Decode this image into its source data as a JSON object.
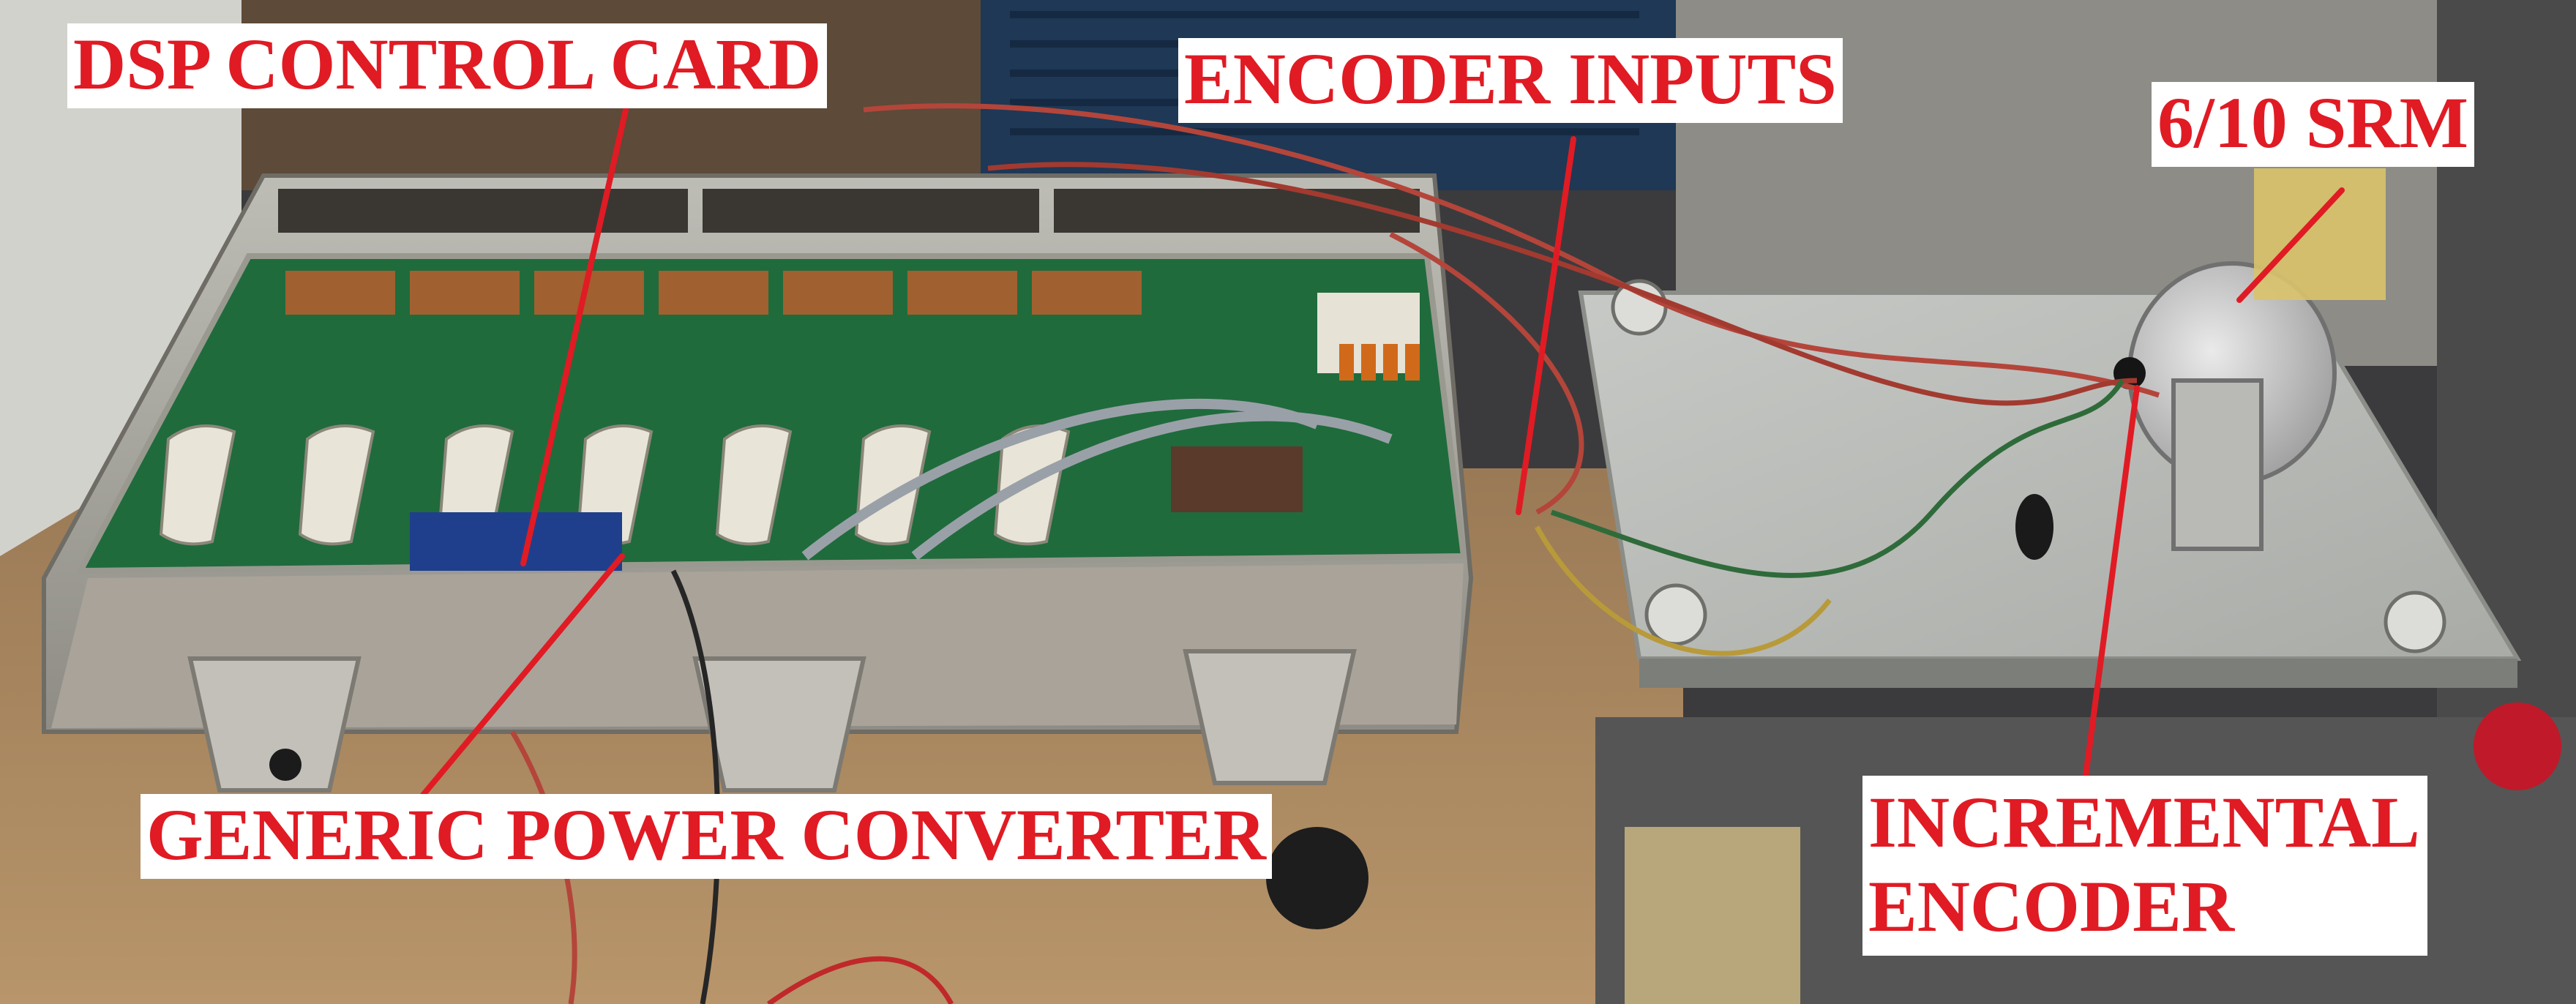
{
  "labels": {
    "dsp": "DSP CONTROL CARD",
    "encoder_inputs": "ENCODER INPUTS",
    "srm": "6/10 SRM",
    "converter": "GENERIC POWER CONVERTER",
    "incremental_line1": "INCREMENTAL",
    "incremental_line2": "ENCODER"
  },
  "colors": {
    "label_text": "#e01b24",
    "label_bg": "#ffffff",
    "pointer_line": "#e01b24"
  }
}
